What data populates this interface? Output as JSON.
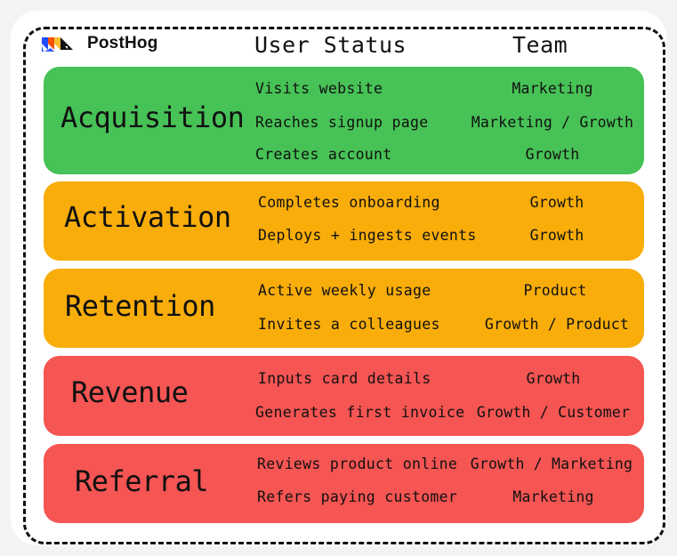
{
  "logo": {
    "text": "PostHog",
    "icon": "posthog-hedgehog-logo-icon"
  },
  "columns": {
    "status": "User Status",
    "team": "Team"
  },
  "colors": {
    "acquisition": "#47c256",
    "activation": "#f9ad0a",
    "retention": "#f9ad0a",
    "revenue": "#f55553",
    "referral": "#f55553"
  },
  "stages": [
    {
      "name": "Acquisition",
      "rows": [
        {
          "status": "Visits website",
          "team": "Marketing"
        },
        {
          "status": "Reaches signup page",
          "team": "Marketing / Growth"
        },
        {
          "status": "Creates account",
          "team": "Growth"
        }
      ]
    },
    {
      "name": "Activation",
      "rows": [
        {
          "status": "Completes onboarding",
          "team": "Growth"
        },
        {
          "status": "Deploys + ingests events",
          "team": "Growth"
        }
      ]
    },
    {
      "name": "Retention",
      "rows": [
        {
          "status": "Active weekly usage",
          "team": "Product"
        },
        {
          "status": "Invites a colleagues",
          "team": "Growth / Product"
        }
      ]
    },
    {
      "name": "Revenue",
      "rows": [
        {
          "status": "Inputs card details",
          "team": "Growth"
        },
        {
          "status": "Generates first invoice",
          "team": "Growth / Customer"
        }
      ]
    },
    {
      "name": "Referral",
      "rows": [
        {
          "status": "Reviews product online",
          "team": "Growth / Marketing"
        },
        {
          "status": "Refers paying customer",
          "team": "Marketing"
        }
      ]
    }
  ]
}
